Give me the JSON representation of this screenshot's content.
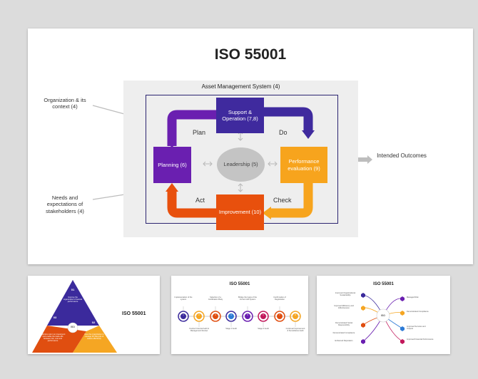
{
  "main": {
    "title": "ISO 55001",
    "ams_label": "Asset Management System (4)",
    "left_top_label": "Organization & its context (4)",
    "left_bottom_label": "Needs and expectations of stakeholders (4)",
    "right_label": "Intended Outcomes",
    "boxes": {
      "support": "Support & Operation (7,8)",
      "planning": "Planning (6)",
      "performance": "Performance evaluation (9)",
      "improvement": "Improvement (10)"
    },
    "leadership": "Leadership (5)",
    "cycle": {
      "plan": "Plan",
      "do": "Do",
      "check": "Check",
      "act": "Act"
    },
    "colors": {
      "support": "#3f2a9e",
      "planning": "#6a1fb0",
      "performance": "#f7a41d",
      "improvement": "#e8500d",
      "frame": "#2b2470"
    }
  },
  "thumbnails": [
    {
      "title": "ISO 55001",
      "center_label": "ISO",
      "segments": [
        {
          "num": "01",
          "text": "Improve the organization's financial performance",
          "color": "#3b2a9c"
        },
        {
          "num": "02",
          "text": "Give the organization to manage the lifecycle of assets effectively",
          "color": "#f5a623"
        },
        {
          "num": "03",
          "text": "Optimize return on investment and enable the trade-offs between risk, cost and performance",
          "color": "#e04e10"
        }
      ]
    },
    {
      "title": "ISO 55001",
      "top_labels": [
        "Implementation of the system",
        "Selection of a Certification Body",
        "Bridge the Gaps of the Current AM System",
        "Confirmation of Registration"
      ],
      "bottom_labels": [
        "Conduct Internal Audit & Management Review",
        "Stage 1 Audit",
        "Stage 2 Audit",
        "Continual Improvement & Surveillance Audit"
      ],
      "nums": [
        "1",
        "2",
        "3",
        "4",
        "5",
        "6",
        "7",
        "8"
      ]
    },
    {
      "title": "ISO 55001",
      "center_label": "ISO",
      "left_labels": [
        "Improved Organizational Sustainability",
        "Improved Efficiency and Effectiveness",
        "Demonstrated Social Responsibility",
        "Demonstrated Compliance",
        "Enhanced Reputation"
      ],
      "right_labels": [
        "Managed Risk",
        "Demonstrated Compliance",
        "Improved Services and Outputs",
        "Improved Financial Performance"
      ]
    }
  ]
}
